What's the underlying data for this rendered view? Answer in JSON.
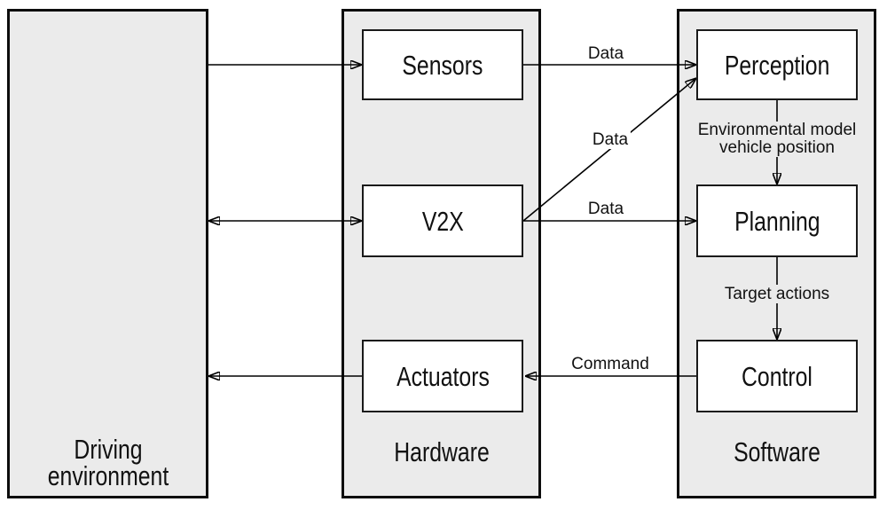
{
  "panels": {
    "environment": {
      "line1": "Driving",
      "line2": "environment"
    },
    "hardware": {
      "label": "Hardware"
    },
    "software": {
      "label": "Software"
    }
  },
  "boxes": {
    "sensors": {
      "label": "Sensors"
    },
    "v2x": {
      "label": "V2X"
    },
    "actuators": {
      "label": "Actuators"
    },
    "perception": {
      "label": "Perception"
    },
    "planning": {
      "label": "Planning"
    },
    "control": {
      "label": "Control"
    }
  },
  "edges": {
    "sensors_to_perception": {
      "label": "Data"
    },
    "v2x_to_perception": {
      "label": "Data"
    },
    "v2x_to_planning": {
      "label": "Data"
    },
    "perception_to_planning": {
      "line1": "Environmental model",
      "line2": "vehicle position"
    },
    "planning_to_control": {
      "label": "Target actions"
    },
    "control_to_actuators": {
      "label": "Command"
    }
  },
  "colors": {
    "panel_fill": "#ebebeb",
    "box_fill": "#ffffff",
    "line": "#000000",
    "background": "#ffffff"
  }
}
